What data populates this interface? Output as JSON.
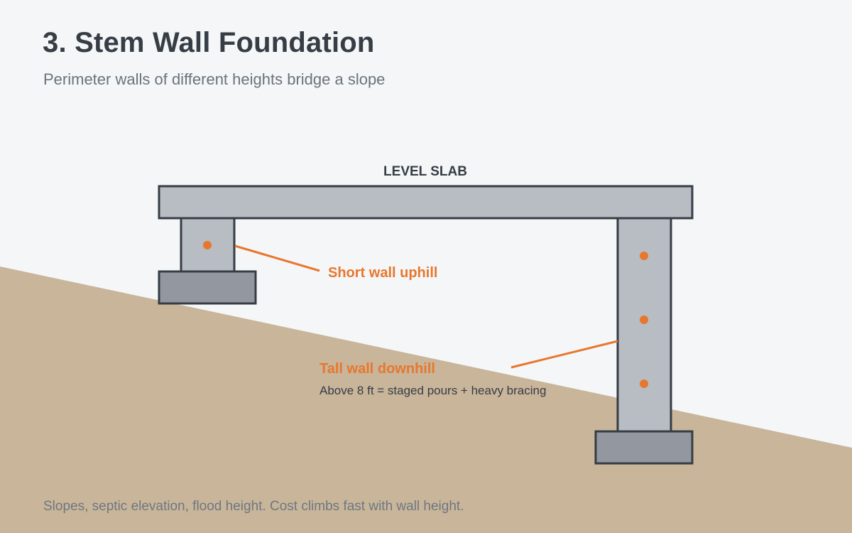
{
  "header": {
    "title": "3. Stem Wall Foundation",
    "subtitle": "Perimeter walls of different heights bridge a slope"
  },
  "diagram": {
    "slab_label": "LEVEL SLAB",
    "short_wall_label": "Short wall uphill",
    "tall_wall_label": "Tall wall downhill",
    "tall_wall_note": "Above 8 ft = staged pours + heavy bracing"
  },
  "footer": {
    "note": "Slopes, septic elevation, flood height. Cost climbs fast with wall height."
  },
  "colors": {
    "background": "#f4f6f8",
    "ground": "#c8b59a",
    "concrete": "#b8bcc3",
    "footing": "#9398a0",
    "outline": "#363d45",
    "accent": "#e8772e",
    "text_dark": "#363d45",
    "text_muted": "#6b737c"
  }
}
